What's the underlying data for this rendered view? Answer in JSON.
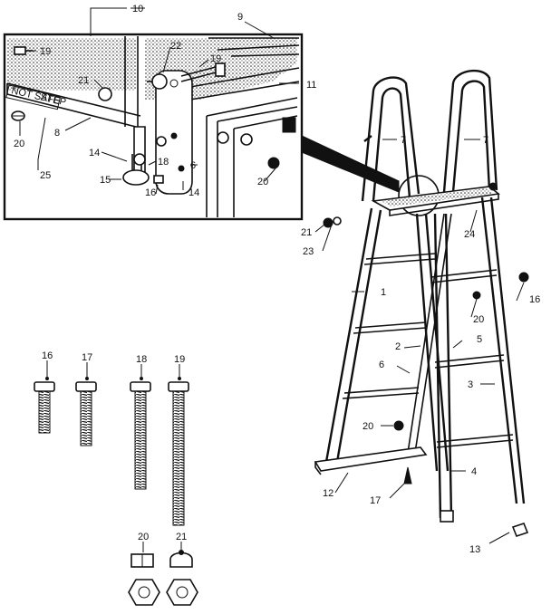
{
  "callouts": {
    "c10": "10",
    "c9": "9",
    "c19a": "19",
    "c22": "22",
    "c19b": "19",
    "c11": "11",
    "c21a": "21",
    "c20a": "20",
    "c25": "25",
    "c8": "8",
    "c14a": "14",
    "c18a": "18",
    "c6a": "6",
    "c20b": "20",
    "c15": "15",
    "c16a": "16",
    "c14b": "14",
    "c7a": "7",
    "c7b": "7",
    "c21b": "21",
    "c23": "23",
    "c24": "24",
    "c1": "1",
    "c16b": "16",
    "c20c": "20",
    "c5": "5",
    "c2": "2",
    "c6b": "6",
    "c3": "3",
    "c20d": "20",
    "c4": "4",
    "c12": "12",
    "c17a": "17",
    "c13": "13"
  },
  "hardware_labels": {
    "h16": "16",
    "h17": "17",
    "h18": "18",
    "h19": "19",
    "h20": "20",
    "h21": "21"
  },
  "decal_text": {
    "line1": "NOT SAFE",
    "line2": "STEP"
  }
}
